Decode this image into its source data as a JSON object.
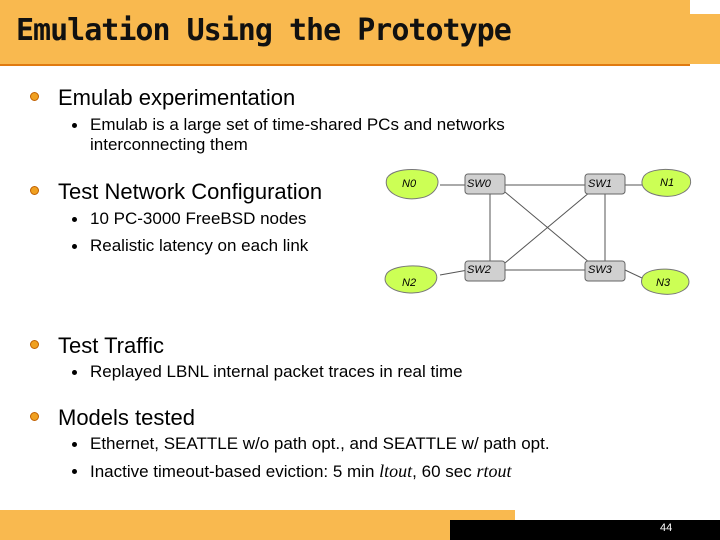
{
  "title": "Emulation Using the Prototype",
  "sections": [
    {
      "heading": "Emulab experimentation",
      "subs": [
        "Emulab is a large set of time-shared PCs and networks",
        "interconnecting them"
      ]
    },
    {
      "heading": "Test Network Configuration",
      "subs": [
        "10 PC-3000 FreeBSD nodes",
        "Realistic latency on each link"
      ]
    },
    {
      "heading": "Test Traffic",
      "subs": [
        "Replayed LBNL internal packet traces in real time"
      ]
    },
    {
      "heading": "Models tested",
      "subs": [
        "Ethernet, SEATTLE w/o path opt., and SEATTLE w/ path opt."
      ],
      "eviction": {
        "before": "Inactive timeout-based eviction: 5 min ",
        "ltout": "ltout",
        "mid": ", 60 sec ",
        "rtout": "rtout"
      }
    }
  ],
  "diagram": {
    "nodes": {
      "n0": "N0",
      "n1": "N1",
      "n2": "N2",
      "n3": "N3"
    },
    "switches": {
      "sw0": "SW0",
      "sw1": "SW1",
      "sw2": "SW2",
      "sw3": "SW3"
    }
  },
  "page_number": "44",
  "colors": {
    "title_bar": "#f9b94f",
    "node_fill": "#ccff55",
    "switch_fill": "#d0d0d0"
  }
}
